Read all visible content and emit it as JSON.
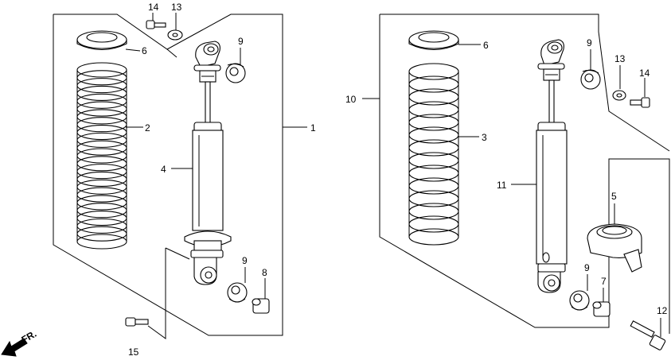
{
  "callouts": {
    "c1": "1",
    "c2": "2",
    "c3": "3",
    "c4": "4",
    "c5": "5",
    "c6a": "6",
    "c6b": "6",
    "c7": "7",
    "c8": "8",
    "c9a": "9",
    "c9b": "9",
    "c9c": "9",
    "c9d": "9",
    "c10": "10",
    "c11": "11",
    "c12": "12",
    "c13a": "13",
    "c13b": "13",
    "c14a": "14",
    "c14b": "14",
    "c15": "15"
  },
  "direction": {
    "label": "FR.",
    "icon": "arrow-down-left-icon"
  }
}
